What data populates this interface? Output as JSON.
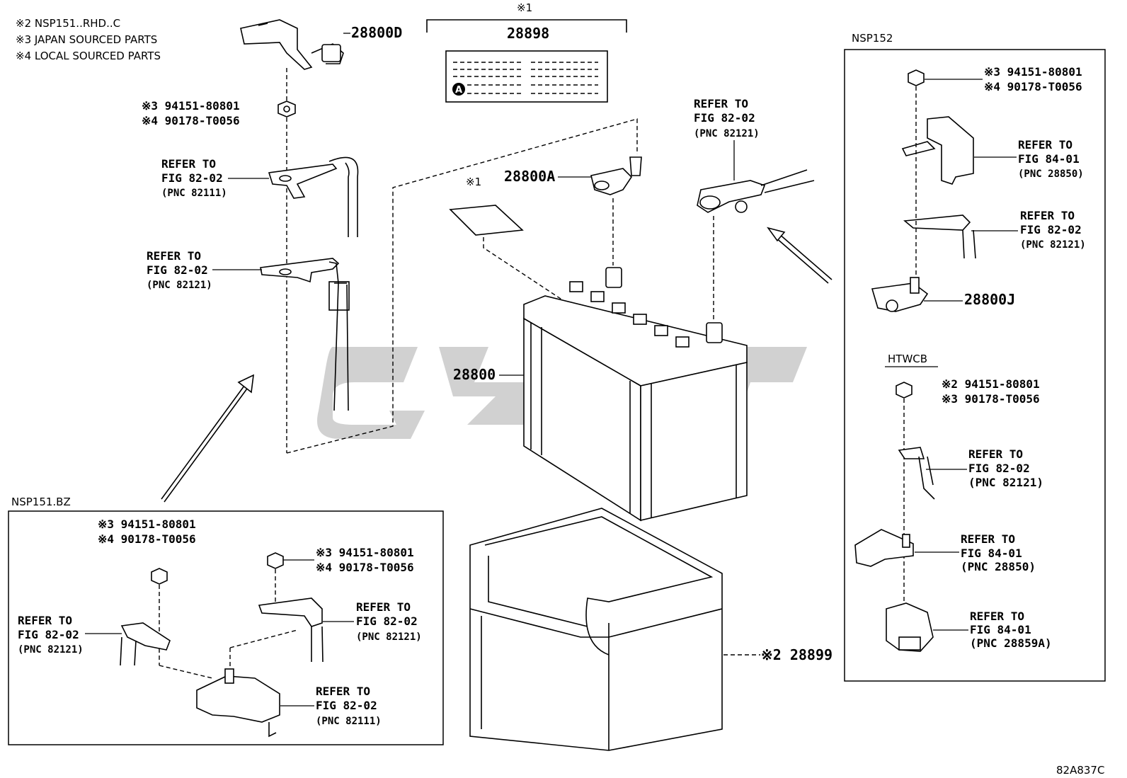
{
  "notes": [
    "※2 NSP151..RHD..C",
    "※3 JAPAN SOURCED PARTS",
    "※4 LOCAL SOURCED PARTS"
  ],
  "main": {
    "p28800D": "28800D",
    "nut_a": "※3 94151-80801",
    "nut_b": "※4 90178-T0056",
    "ref1": [
      "REFER TO",
      "FIG 82-02",
      "(PNC 82111)"
    ],
    "ref2": [
      "REFER TO",
      "FIG 82-02",
      "(PNC 82121)"
    ],
    "star1_top": "※1",
    "p28898": "28898",
    "label_a": "A",
    "star1_small": "※1",
    "p28800A": "28800A",
    "ref3": [
      "REFER TO",
      "FIG 82-02",
      "(PNC 82121)"
    ],
    "p28800": "28800",
    "p28899": "※2 28899"
  },
  "nsp152": {
    "title": "NSP152",
    "nut_a": "※3 94151-80801",
    "nut_b": "※4 90178-T0056",
    "ref1": [
      "REFER TO",
      "FIG 84-01",
      "(PNC 28850)"
    ],
    "ref2": [
      "REFER TO",
      "FIG 82-02",
      "(PNC 82121)"
    ],
    "p28800J": "28800J",
    "htwcb": "HTWCB",
    "nut_c": "※2 94151-80801",
    "nut_d": "※3 90178-T0056",
    "ref3": [
      "REFER TO",
      "FIG 82-02",
      "(PNC 82121)"
    ],
    "ref4": [
      "REFER TO",
      "FIG 84-01",
      "(PNC 28850)"
    ],
    "ref5": [
      "REFER TO",
      "FIG 84-01",
      "(PNC 28859A)"
    ]
  },
  "nsp151bz": {
    "title": "NSP151.BZ",
    "nut1_a": "※3 94151-80801",
    "nut1_b": "※4 90178-T0056",
    "nut2_a": "※3 94151-80801",
    "nut2_b": "※4 90178-T0056",
    "ref1": [
      "REFER TO",
      "FIG 82-02",
      "(PNC 82121)"
    ],
    "ref2": [
      "REFER TO",
      "FIG 82-02",
      "(PNC 82121)"
    ],
    "ref3": [
      "REFER TO",
      "FIG 82-02",
      "(PNC 82111)"
    ]
  },
  "figure_code": "82A837C"
}
